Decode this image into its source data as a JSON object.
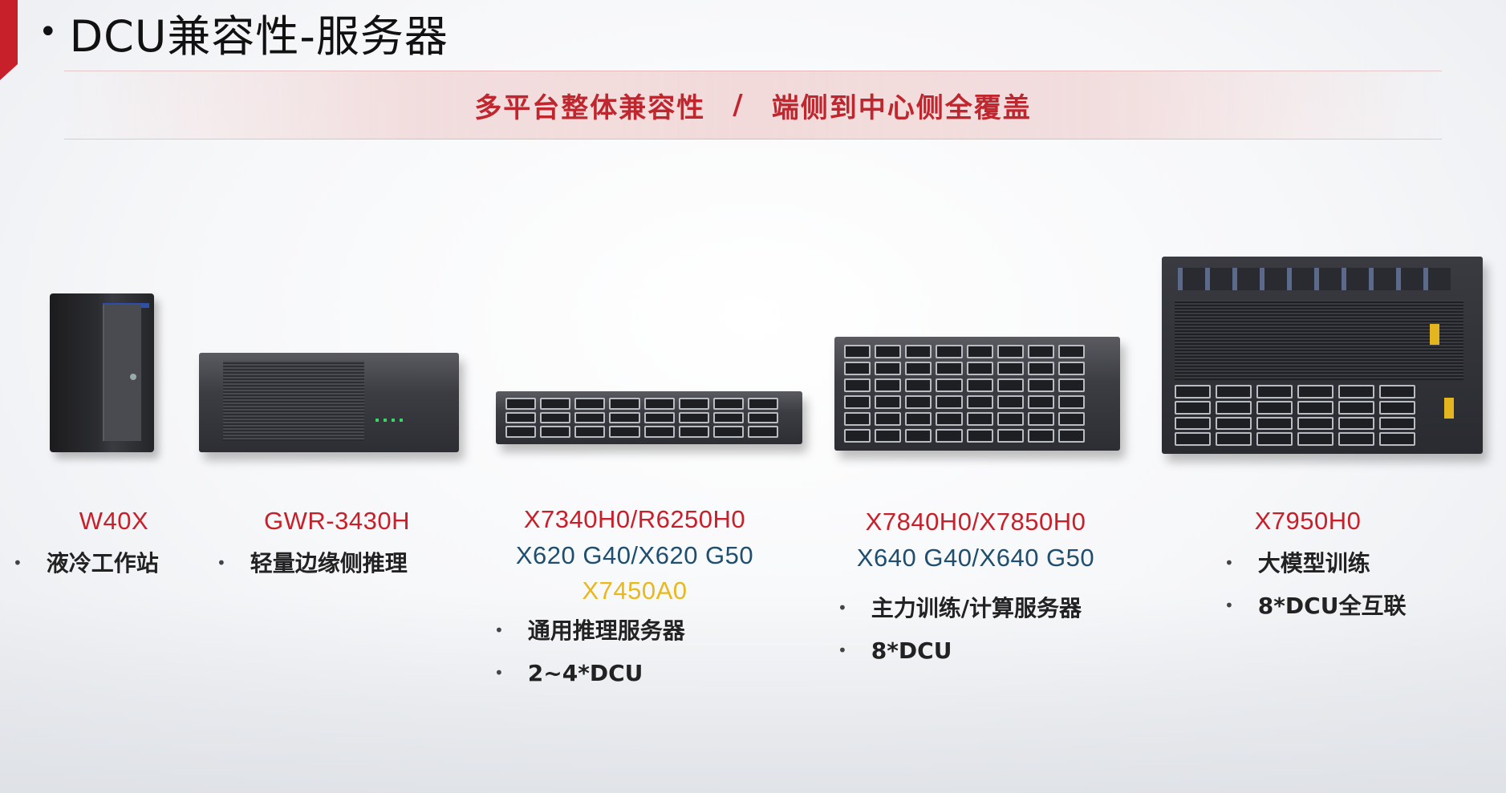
{
  "slide": {
    "title": "DCU兼容性-服务器"
  },
  "banner": {
    "left_text": "多平台整体兼容性",
    "separator": "/",
    "right_text": "端侧到中心侧全覆盖"
  },
  "products": [
    {
      "models": [
        {
          "text": "W40X",
          "color": "red"
        }
      ],
      "features": [
        "液冷工作站"
      ]
    },
    {
      "models": [
        {
          "text": "GWR-3430H",
          "color": "red"
        }
      ],
      "features": [
        "轻量边缘侧推理"
      ]
    },
    {
      "models": [
        {
          "text": "X7340H0/R6250H0",
          "color": "red"
        },
        {
          "text": "X620 G40/X620 G50",
          "color": "navy"
        },
        {
          "text": "X7450A0",
          "color": "gold"
        }
      ],
      "features": [
        "通用推理服务器",
        "2~4*DCU"
      ]
    },
    {
      "models": [
        {
          "text": "X7840H0/X7850H0",
          "color": "red"
        },
        {
          "text": "X640 G40/X640 G50",
          "color": "navy"
        }
      ],
      "features": [
        "主力训练/计算服务器",
        "8*DCU"
      ]
    },
    {
      "models": [
        {
          "text": "X7950H0",
          "color": "red"
        }
      ],
      "features": [
        "大模型训练",
        "8*DCU全互联"
      ]
    }
  ],
  "colors": {
    "accent_red": "#c8202a",
    "navy": "#1f4e6e",
    "gold": "#e8b81c"
  }
}
